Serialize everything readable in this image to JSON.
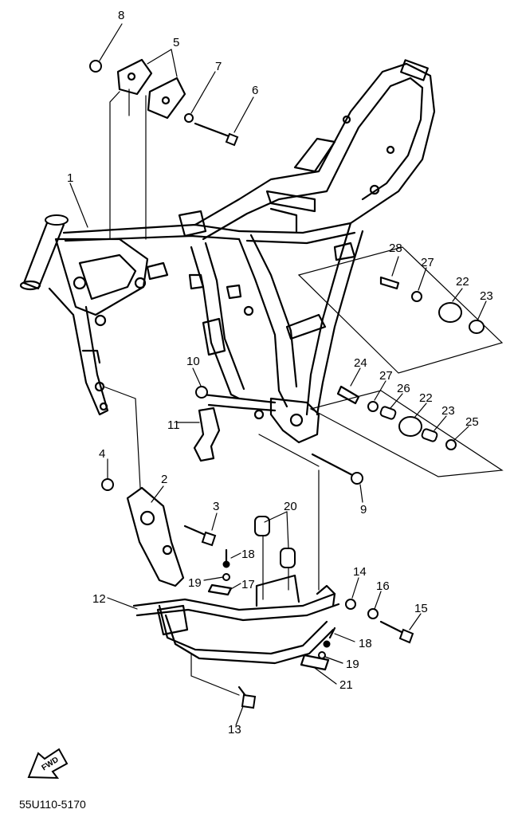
{
  "labels": {
    "l1": "1",
    "l2": "2",
    "l3": "3",
    "l4": "4",
    "l5": "5",
    "l6": "6",
    "l7": "7",
    "l8": "8",
    "l9": "9",
    "l10": "10",
    "l11": "11",
    "l12": "12",
    "l13": "13",
    "l14": "14",
    "l15": "15",
    "l16": "16",
    "l17": "17",
    "l18a": "18",
    "l18b": "18",
    "l19a": "19",
    "l19b": "19",
    "l20": "20",
    "l21": "21",
    "l22a": "22",
    "l22b": "22",
    "l23a": "23",
    "l23b": "23",
    "l24": "24",
    "l25": "25",
    "l26": "26",
    "l27a": "27",
    "l27b": "27",
    "l28": "28"
  },
  "fwd_badge": "FWD",
  "diagram_code": "55U110-5170"
}
